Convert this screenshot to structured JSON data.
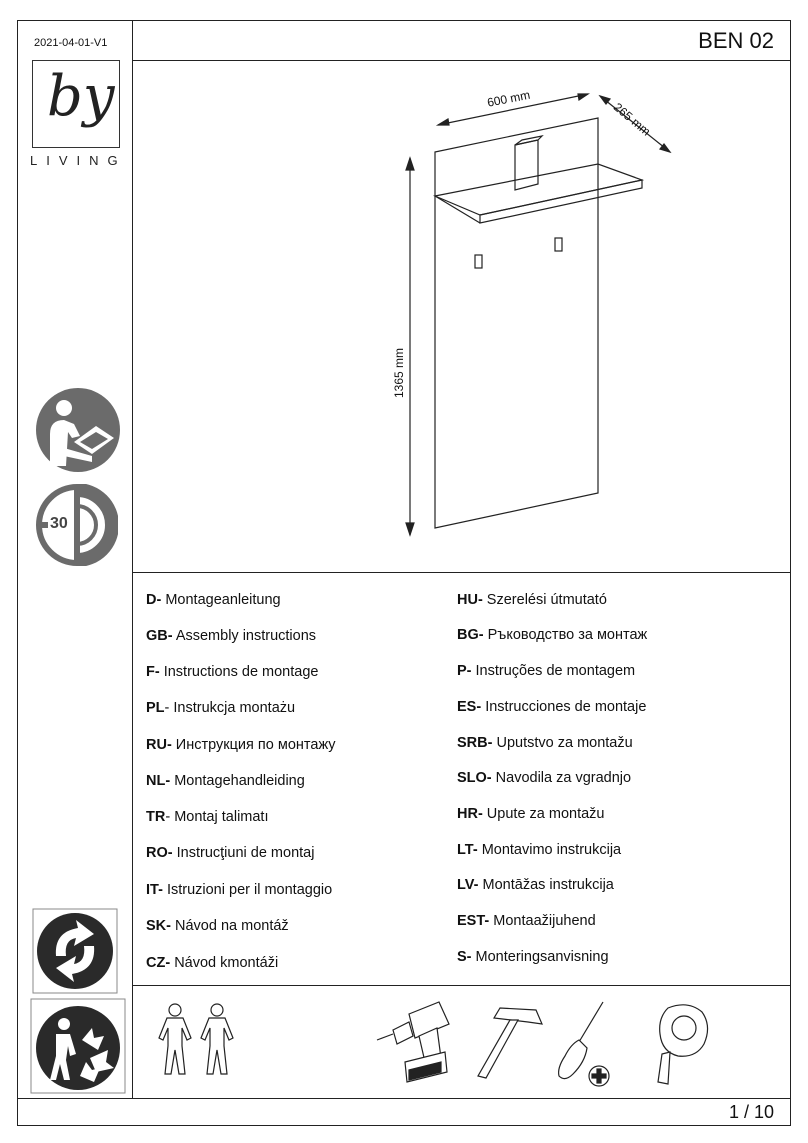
{
  "header": {
    "version": "2021-04-01-V1",
    "model": "BEN 02"
  },
  "brand": {
    "logo_text": "by",
    "tagline": "LIVING"
  },
  "dimensions": {
    "width": "600 mm",
    "depth": "265 mm",
    "height": "1365 mm"
  },
  "icons": {
    "read_manual": "read-manual-icon",
    "time_30": "30",
    "green_dot": "green-dot-recycle-icon",
    "disposal": "person-disposal-recycle-icon"
  },
  "languages_left": [
    {
      "code": "D-",
      "text": " Montageanleitung"
    },
    {
      "code": "GB-",
      "text": " Assembly instructions"
    },
    {
      "code": "F-",
      "text": " Instructions de montage"
    },
    {
      "code": "PL",
      "text": "- Instrukcja montażu"
    },
    {
      "code": "RU-",
      "text": " Инструкция по монтажу"
    },
    {
      "code": "NL-",
      "text": " Montagehandleiding"
    },
    {
      "code": "TR",
      "text": "- Montaj talimatı"
    },
    {
      "code": "RO-",
      "text": " Instrucţiuni de montaj"
    },
    {
      "code": "IT-",
      "text": " Istruzioni per il montaggio"
    },
    {
      "code": "SK-",
      "text": " Návod na montáž"
    },
    {
      "code": "CZ-",
      "text": " Návod kmontáži"
    }
  ],
  "languages_right": [
    {
      "code": "HU-",
      "text": " Szerelési útmutató"
    },
    {
      "code": "BG-",
      "text": " Ръководство за монтаж"
    },
    {
      "code": "P-",
      "text": " Instruções de montagem"
    },
    {
      "code": "ES-",
      "text": " Instrucciones de montaje"
    },
    {
      "code": "SRB-",
      "text": " Uputstvo za montažu"
    },
    {
      "code": "SLO-",
      "text": " Navodila za vgradnjo"
    },
    {
      "code": "HR-",
      "text": " Upute za montažu"
    },
    {
      "code": "LT-",
      "text": " Montavimo instrukcija"
    },
    {
      "code": "LV-",
      "text": " Montāžas instrukcija"
    },
    {
      "code": "EST-",
      "text": " Montaažijuhend"
    },
    {
      "code": "S-",
      "text": " Monteringsanvisning"
    }
  ],
  "tools": [
    "two-persons-icon",
    "cordless-drill-icon",
    "hammer-icon",
    "phillips-screwdriver-icon",
    "tape-measure-icon"
  ],
  "footer": {
    "page": "1 / 10"
  }
}
